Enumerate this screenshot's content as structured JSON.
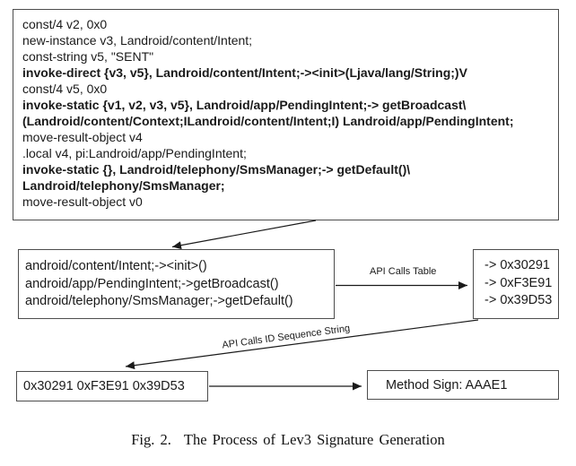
{
  "smali_box": {
    "lines": [
      {
        "text": "const/4 v2, 0x0",
        "bold": false
      },
      {
        "text": "new-instance v3, Landroid/content/Intent;",
        "bold": false
      },
      {
        "text": "const-string v5, \"SENT\"",
        "bold": false
      },
      {
        "text": "invoke-direct {v3, v5}, Landroid/content/Intent;-><init>(Ljava/lang/String;)V",
        "bold": true
      },
      {
        "text": "const/4 v5, 0x0",
        "bold": false
      },
      {
        "text": "invoke-static {v1, v2, v3, v5}, Landroid/app/PendingIntent;-> getBroadcast\\",
        "bold": true
      },
      {
        "text": "(Landroid/content/Context;ILandroid/content/Intent;I) Landroid/app/PendingIntent;",
        "bold": true
      },
      {
        "text": "move-result-object v4",
        "bold": false
      },
      {
        "text": ".local v4, pi:Landroid/app/PendingIntent;",
        "bold": false
      },
      {
        "text": "invoke-static {}, Landroid/telephony/SmsManager;-> getDefault()\\",
        "bold": true
      },
      {
        "text": "Landroid/telephony/SmsManager;",
        "bold": true
      },
      {
        "text": "move-result-object v0",
        "bold": false
      }
    ]
  },
  "api_calls_box": {
    "lines": [
      "android/content/Intent;-><init>()",
      "android/app/PendingIntent;->getBroadcast()",
      "android/telephony/SmsManager;->getDefault()"
    ]
  },
  "api_ids_box": {
    "lines": [
      "-> 0x30291",
      "-> 0xF3E91",
      "-> 0x39D53"
    ]
  },
  "sequence_box": {
    "text": "0x30291 0xF3E91 0x39D53"
  },
  "method_sign_box": {
    "text": "Method Sign: AAAE1"
  },
  "arrow_labels": {
    "api_calls_table": "API Calls Table",
    "api_calls_id_sequence": "API Calls ID Sequence String"
  },
  "caption": {
    "label": "Fig. 2.",
    "text": "The Process of Lev3 Signature Generation"
  },
  "colors": {
    "line": "#1a1a1a",
    "border": "#4d4d4d",
    "background": "#ffffff"
  }
}
